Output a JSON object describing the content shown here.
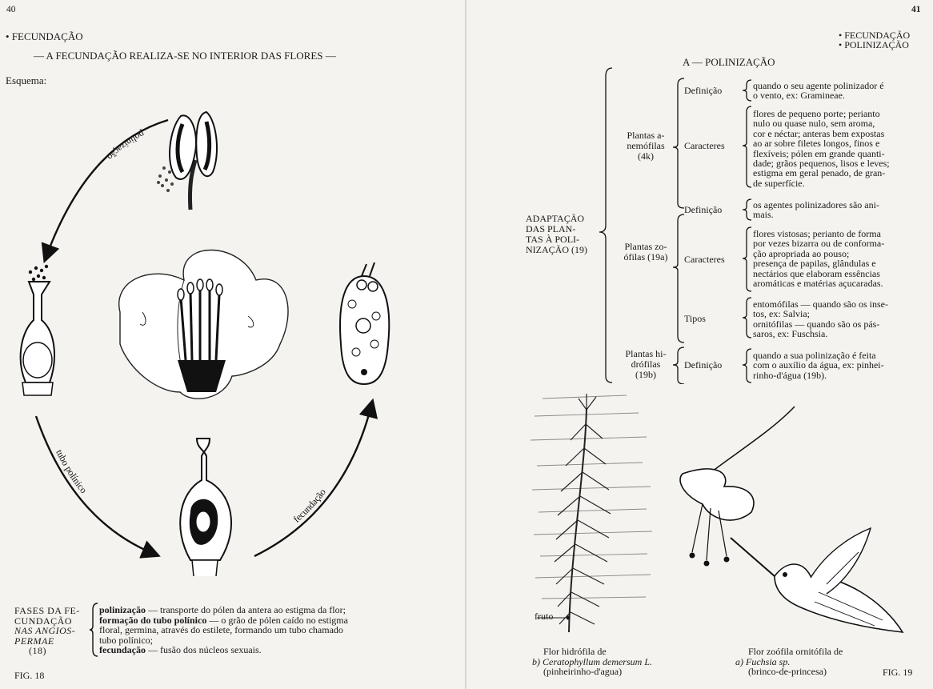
{
  "left_page": {
    "page_number": "40",
    "section": "• FECUNDAÇÃO",
    "subtitle": "— A FECUNDAÇÃO REALIZA-SE NO INTERIOR DAS FLORES —",
    "schema_label": "Esquema:",
    "arrows": {
      "pollination": "polinização",
      "pollen_tube": "tubo polínico",
      "fertilization": "fecundação"
    },
    "legend": {
      "title_lines": [
        "FASES DA FE-",
        "CUNDAÇÃO",
        "NAS ANGIOS-",
        "PERMAE",
        "(18)"
      ],
      "items": [
        {
          "term": "polinização",
          "text": " — transporte do pólen da antera ao estigma da flor;"
        },
        {
          "term": "formação do tubo polínico",
          "text": " — o grão de pólen caído no estigma"
        },
        {
          "term": "",
          "text": "floral, germina, através do estilete, formando um tubo chamado"
        },
        {
          "term": "",
          "text": "tubo polínico;"
        },
        {
          "term": "fecundação",
          "text": " — fusão dos núcleos sexuais."
        }
      ]
    },
    "fig_label": "FIG. 18"
  },
  "right_page": {
    "page_number": "41",
    "sections": [
      "• FECUNDAÇÃO",
      "• POLINIZAÇÃO"
    ],
    "heading": "A — POLINIZAÇÃO",
    "root_lines": [
      "ADAPTAÇÃO",
      "DAS    PLAN-",
      "TAS À POLI-",
      "NIZAÇÃO (19)"
    ],
    "groups": [
      {
        "name_lines": [
          "Plantas a-",
          "nemófilas",
          "(4k)"
        ],
        "rows": [
          {
            "label": "Definição",
            "lines": [
              "quando o seu agente polinizador é",
              "o vento, ex: Gramineae."
            ]
          },
          {
            "label": "Caracteres",
            "lines": [
              "flores de pequeno porte; perianto",
              "nulo ou quase nulo, sem aroma,",
              "cor e néctar; anteras bem expostas",
              "ao ar sobre filetes longos, finos e",
              "flexíveis; pólen em grande quanti-",
              "dade; grãos pequenos, lisos e leves;",
              "estigma em geral penado, de gran-",
              "de superfície."
            ]
          }
        ]
      },
      {
        "name_lines": [
          "Plantas zo-",
          "ófilas (19a)"
        ],
        "rows": [
          {
            "label": "Definição",
            "lines": [
              "os agentes polinizadores são ani-",
              "mais."
            ]
          },
          {
            "label": "Caracteres",
            "lines": [
              "flores vistosas; perianto de forma",
              "por vezes bizarra ou de conforma-",
              "ção apropriada ao pouso;",
              "presença de papilas, glândulas e",
              "nectários que elaboram essências",
              "aromáticas e matérias açucaradas."
            ]
          },
          {
            "label": "Tipos",
            "lines": [
              "entomófilas — quando são os inse-",
              "tos, ex: Salvia;",
              "ornitófilas — quando são os pás-",
              "saros, ex: Fuschsia."
            ]
          }
        ]
      },
      {
        "name_lines": [
          "Plantas hi-",
          "drófilas",
          "(19b)"
        ],
        "rows": [
          {
            "label": "Definição",
            "lines": [
              "quando a sua polinização é feita",
              "com o auxílio da água, ex: pinhei-",
              "rinho-d'água (19b)."
            ]
          }
        ]
      }
    ],
    "fruit_label": "fruto",
    "caption_b": [
      "Flor hidrófila de",
      "b) Ceratophyllum demersum L.",
      "(pinheirinho-d'agua)"
    ],
    "caption_a": [
      "Flor zoófila ornitófila de",
      "a) Fuchsia sp.",
      "(brinco-de-princesa)"
    ],
    "fig_label": "FIG. 19"
  }
}
